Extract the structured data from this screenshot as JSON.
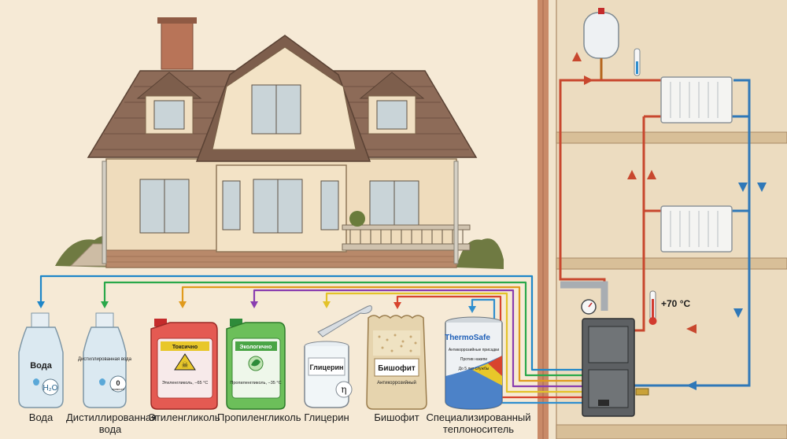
{
  "thermometer": {
    "label": "+70 °C"
  },
  "coolants": [
    {
      "id": "water",
      "caption": "Вода",
      "container_label": "Вода",
      "badge": "H₂O",
      "color": "#1e86c8"
    },
    {
      "id": "distilled",
      "caption": "Дистиллированная вода",
      "container_label": "Дистиллированная вода",
      "badge": "0",
      "badge_sub": "примесей",
      "color": "#2aa84a"
    },
    {
      "id": "ethylene",
      "caption": "Этиленгликоль",
      "badge_top": "Токсично",
      "container_label": "Этиленгликоль, −65 °C",
      "color": "#e09a1c"
    },
    {
      "id": "propylene",
      "caption": "Пропиленгликоль",
      "badge_top": "Экологично",
      "container_label": "Пропиленгликоль, −35 °C",
      "color": "#8a3db0"
    },
    {
      "id": "glycerin",
      "caption": "Глицерин",
      "container_label": "Глицерин",
      "badge": "η",
      "color": "#e3c22a"
    },
    {
      "id": "bischofite",
      "caption": "Бишофит",
      "container_label": "Бишофит",
      "sub_label": "Антикоррозийный",
      "color": "#d8442e"
    },
    {
      "id": "special",
      "caption": "Специализированный теплоноситель",
      "brand": "ThermoSafe",
      "features": [
        "Антикоррозийные присадки",
        "Против накипи",
        "До 5 лет службы"
      ],
      "color": "#2f8fcf"
    }
  ]
}
